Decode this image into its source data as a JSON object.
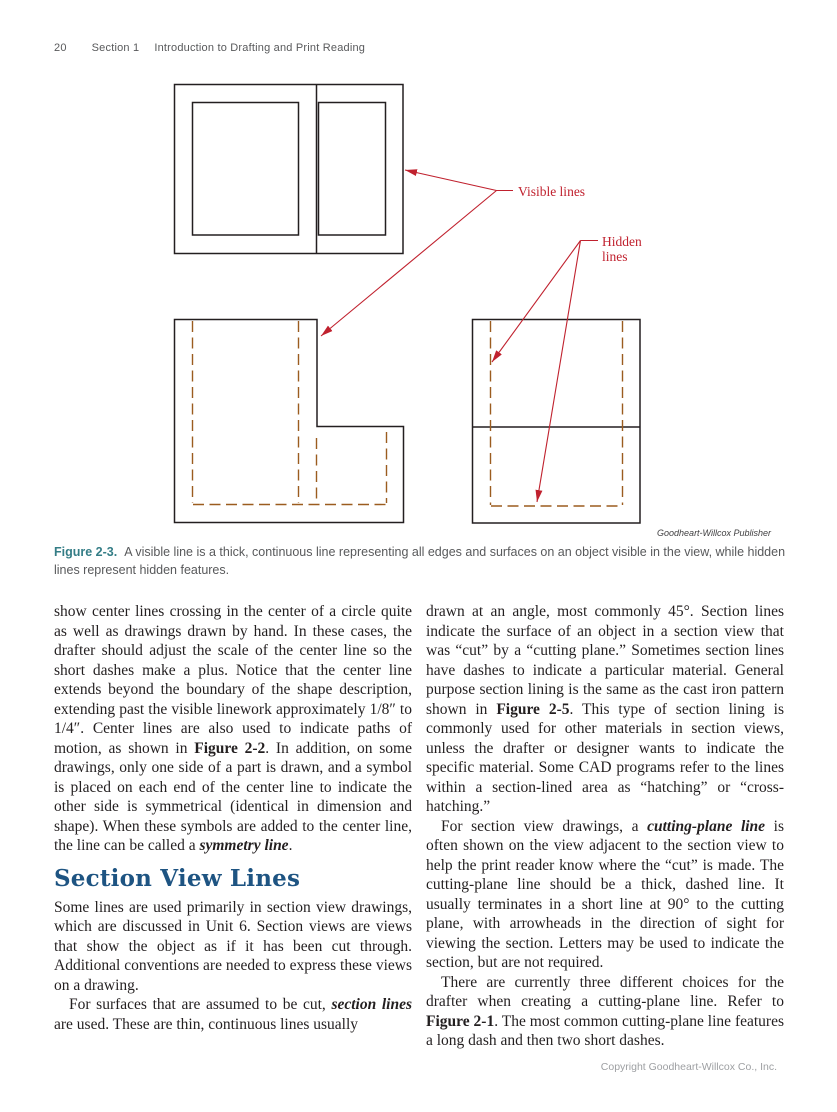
{
  "page": {
    "number": "20",
    "header_section": "Section 1",
    "header_title": "Introduction to Drafting and Print Reading",
    "footer": "Copyright Goodheart-Willcox Co., Inc."
  },
  "figure": {
    "credit": "Goodheart-Willcox Publisher",
    "caption_label": "Figure 2-3.",
    "caption_text": "A visible line is a thick, continuous line representing all edges and surfaces on an object visible in the view, while hidden lines represent hidden features.",
    "annotations": {
      "visible_label": "Visible lines",
      "hidden_label_line1": "Hidden",
      "hidden_label_line2": "lines"
    }
  },
  "content": {
    "left_column": {
      "para1": [
        {
          "t": "show center lines crossing in the center of a circle quite as well as drawings drawn by hand. In these cases, the drafter should adjust the scale of the center line so the short dashes make a plus. Notice that the center line extends beyond the boundary of the shape description, extending past the visible linework approximately 1/8″ to 1/4″. Center lines are also used to indicate paths of motion, as shown in "
        },
        {
          "t": "Figure 2-2",
          "b": true
        },
        {
          "t": ". In addition, on some drawings, only one side of a part is drawn, and a symbol is placed on each end of the center line to indicate the other side is symmetrical (identical in dimension and shape). When these symbols are added to the center line, the line can be called a "
        },
        {
          "t": "symmetry line",
          "b": true,
          "i": true
        },
        {
          "t": "."
        }
      ],
      "heading": "Section View Lines",
      "para2": "Some lines are used primarily in section view drawings, which are discussed in Unit 6. Section views are views that show the object as if it has been cut through. Additional conventions are needed to express these views on a drawing.",
      "para3": [
        {
          "t": "For surfaces that are assumed to be cut, "
        },
        {
          "t": "section lines",
          "b": true,
          "i": true
        },
        {
          "t": " are used. These are thin, continuous lines usually"
        }
      ]
    },
    "right_column": {
      "para1": [
        {
          "t": "drawn at an angle, most commonly 45°. Section lines indicate the surface of an object in a section view that was “cut” by a “cutting plane.” Sometimes section lines have dashes to indicate a particular material. General purpose section lining is the same as the cast iron pattern shown in "
        },
        {
          "t": "Figure 2-5",
          "b": true
        },
        {
          "t": ". This type of section lining is commonly used for other materials in section views, unless the drafter or designer wants to indicate the specific material. Some CAD programs refer to the lines within a section-lined area as “hatching” or “cross-hatching.”"
        }
      ],
      "para2": [
        {
          "t": "For section view drawings, a "
        },
        {
          "t": "cutting-plane line",
          "b": true,
          "i": true
        },
        {
          "t": " is often shown on the view adjacent to the section view to help the print reader know where the “cut” is made. The cutting-plane line should be a thick, dashed line. It usually terminates in a short line at 90° to the cutting plane, with arrowheads in the direction of sight for viewing the section. Letters may be used to indicate the section, but are not required."
        }
      ],
      "para3": [
        {
          "t": "There are currently three different choices for the drafter when creating a cutting-plane line. Refer to "
        },
        {
          "t": "Figure 2-1",
          "b": true
        },
        {
          "t": ". The most common cutting-plane line features a long dash and then two short dashes."
        }
      ]
    }
  },
  "colors": {
    "annotation_red": "#c0212e",
    "hidden_brown": "#9b5c1f",
    "line_black": "#231f20",
    "heading_blue": "#1e5482",
    "caption_teal": "#347d86",
    "body_text": "#231f20",
    "muted_gray": "#58595b",
    "footer_gray": "#9d9fa2"
  }
}
